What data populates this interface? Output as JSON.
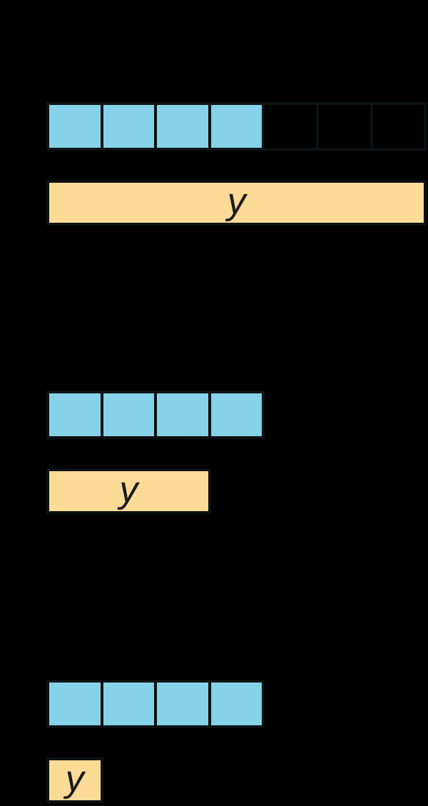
{
  "colors": {
    "background": "#000000",
    "unit_fill": "#85d2e9",
    "empty_unit_fill": "#000000",
    "bar_fill": "#fcdb96",
    "outline": "#0c1112",
    "label_text": "#1b1b1b"
  },
  "diagrams": [
    {
      "id": "diagram-1",
      "row": {
        "total_cells": 7,
        "filled_cells": 4
      },
      "bar": {
        "label": "y",
        "units": 7
      }
    },
    {
      "id": "diagram-2",
      "row": {
        "total_cells": 4,
        "filled_cells": 4
      },
      "bar": {
        "label": "y",
        "units": 3
      }
    },
    {
      "id": "diagram-3",
      "row": {
        "total_cells": 4,
        "filled_cells": 4
      },
      "bar": {
        "label": "y",
        "units": 1
      }
    }
  ]
}
